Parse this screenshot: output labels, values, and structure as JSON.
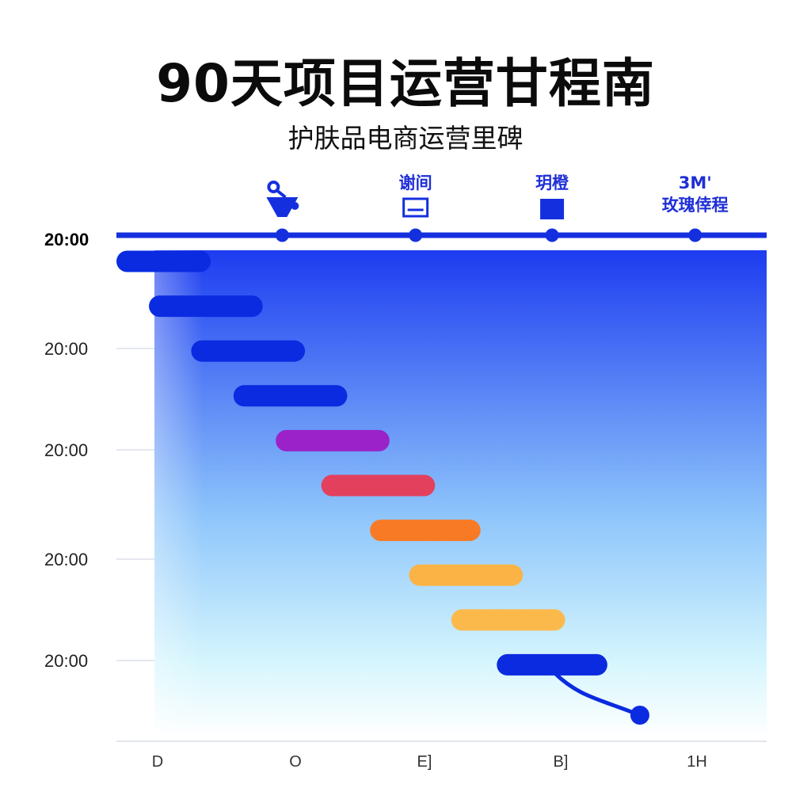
{
  "title": "90天项目运营甘程南",
  "subtitle": "护肤品电商运营里碑",
  "chart_data": {
    "type": "gantt",
    "title": "90天项目运营甘程南",
    "subtitle": "护肤品电商运营里碑",
    "y_tick_labels": [
      "20:00",
      "20:00",
      "20:00",
      "20:00",
      "20:00"
    ],
    "x_tick_labels": [
      "D",
      "O",
      "E]",
      "B]",
      "1H"
    ],
    "x_range": [
      0,
      100
    ],
    "grid": false,
    "milestones": [
      {
        "x": 25.5,
        "label_lines": [],
        "icon": "hand-bell-icon"
      },
      {
        "x": 46,
        "label_lines": [
          "谢间"
        ],
        "icon": "calendar-icon"
      },
      {
        "x": 67,
        "label_lines": [
          "玥橙"
        ],
        "icon": "square-icon"
      },
      {
        "x": 89,
        "label_lines": [
          "3M'",
          "玫瑰倖程"
        ],
        "icon": null
      }
    ],
    "tasks": [
      {
        "start": 0,
        "end": 14.5,
        "color": "#0a2be0"
      },
      {
        "start": 5,
        "end": 22.5,
        "color": "#0a2be0"
      },
      {
        "start": 11.5,
        "end": 29,
        "color": "#0a2be0"
      },
      {
        "start": 18,
        "end": 35.5,
        "color": "#0a2be0"
      },
      {
        "start": 24.5,
        "end": 42,
        "color": "#9b22c9"
      },
      {
        "start": 31.5,
        "end": 49,
        "color": "#e3405e"
      },
      {
        "start": 39,
        "end": 56,
        "color": "#f97a24"
      },
      {
        "start": 45,
        "end": 62.5,
        "color": "#fbb345"
      },
      {
        "start": 51.5,
        "end": 69,
        "color": "#fbb94c"
      },
      {
        "start": 58.5,
        "end": 75.5,
        "color": "#0a2be0"
      }
    ],
    "end_marker": {
      "x": 80.5,
      "color": "#0a2be0"
    }
  },
  "colors": {
    "accent": "#0a2be0",
    "timeline": "#1430de",
    "gradient_top": "#1d3cf0",
    "gradient_mid": "#8fc6fb",
    "gradient_bottom": "#ffffff"
  }
}
